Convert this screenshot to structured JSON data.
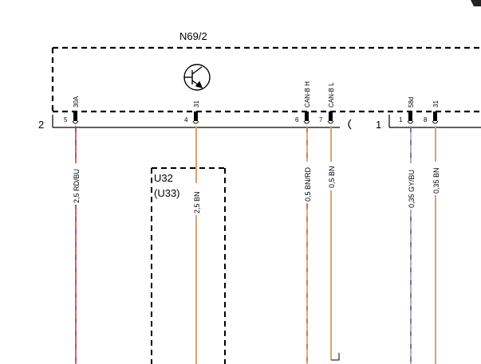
{
  "module": {
    "name": "N69/2",
    "connector_left": "2",
    "connector_right": "1"
  },
  "block": {
    "name_line1": "U32",
    "name_line2": "(U33)"
  },
  "pins": [
    {
      "num": "5",
      "func": "30A"
    },
    {
      "num": "4",
      "func": "31"
    },
    {
      "num": "6",
      "func": "CAN-B H"
    },
    {
      "num": "7",
      "func": "CAN-B L"
    },
    {
      "num": "1",
      "func": "58d"
    },
    {
      "num": "8",
      "func": "31"
    }
  ],
  "wires": [
    {
      "label": "2,5 RD/BU",
      "colors": [
        "#e53935",
        "#3949ab"
      ]
    },
    {
      "label": "2,5 BN",
      "colors": [
        "#d4a373"
      ]
    },
    {
      "label": "0,5 BN/RD",
      "colors": [
        "#d4a373",
        "#e53935"
      ]
    },
    {
      "label": "0,5 BN",
      "colors": [
        "#d4a373"
      ]
    },
    {
      "label": "0,35 GY/BU",
      "colors": [
        "#9e9e9e",
        "#3949ab"
      ]
    },
    {
      "label": "0,35 BN",
      "colors": [
        "#d4a373"
      ]
    }
  ]
}
